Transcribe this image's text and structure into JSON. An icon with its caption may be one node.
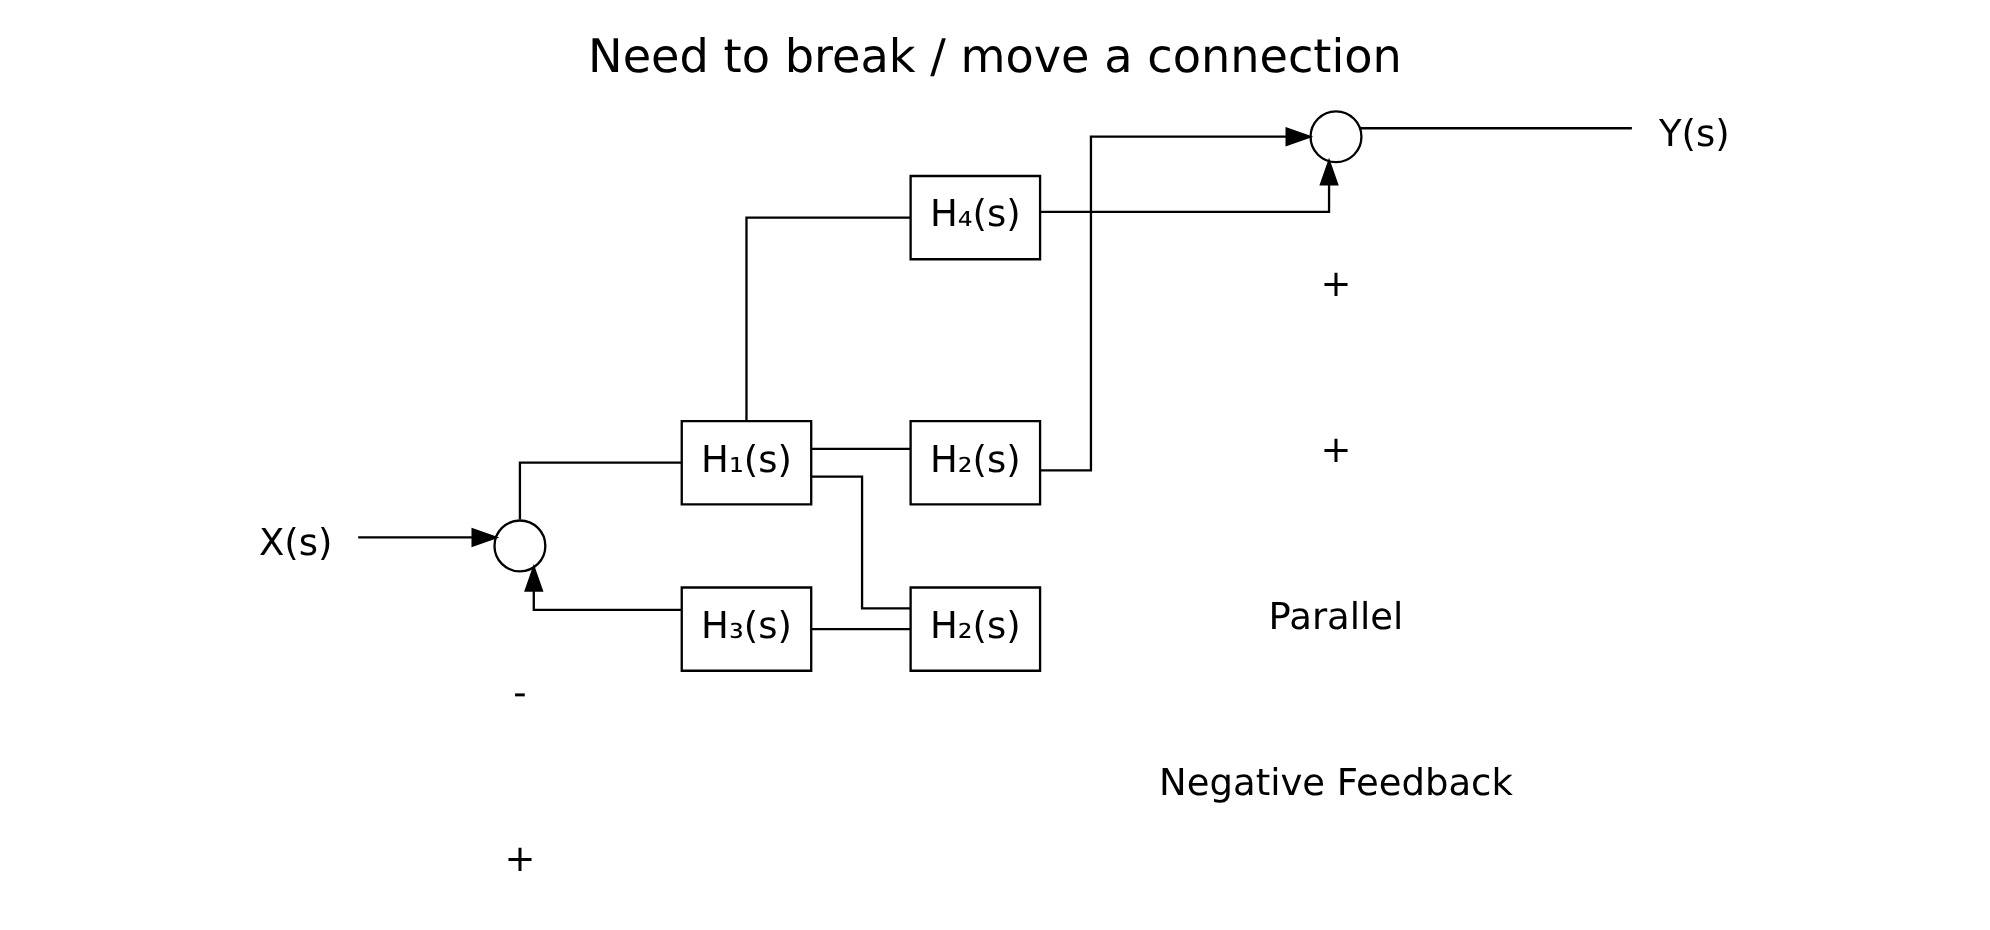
{
  "diagram": {
    "title": "Need to break / move a connection",
    "nodes": [
      {
        "text": [
          "X(s)"
        ]
      },
      {
        "text": [],
        "shape": "circle"
      },
      {
        "text": [
          "H₁(s)"
        ]
      },
      {
        "text": [
          "H₄(s)"
        ]
      },
      {
        "text": [
          "H₂(s)"
        ]
      },
      {
        "text": [],
        "shape": "circle"
      },
      {
        "text": [
          "Y(s)"
        ]
      },
      {
        "text": [
          "H₃(s)"
        ]
      },
      {
        "text": [
          "H₂(s)"
        ]
      }
    ],
    "edges": [
      {
        "from": 0,
        "to": 1,
        "arrow": "to"
      },
      {
        "from": 1,
        "to": 2,
        "arrow": "none"
      },
      {
        "from": 2,
        "to": 3,
        "arrow": "none"
      },
      {
        "from": 2,
        "to": 4,
        "arrow": "none"
      },
      {
        "from": 2,
        "to": 8,
        "arrow": "none"
      },
      {
        "from": 3,
        "to": 5,
        "arrow": "to"
      },
      {
        "from": 4,
        "to": 5,
        "arrow": "to"
      },
      {
        "from": 5,
        "to": 6,
        "arrow": "none"
      },
      {
        "from": 8,
        "to": 7,
        "arrow": "none"
      },
      {
        "from": 7,
        "to": 1,
        "arrow": "to"
      }
    ],
    "labels": [
      "+",
      "-",
      "+",
      "+",
      "Negative Feedback",
      "Parallel"
    ]
  }
}
